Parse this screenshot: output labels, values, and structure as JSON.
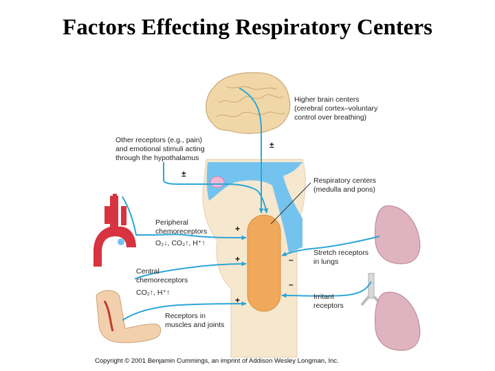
{
  "title": "Factors Effecting Respiratory Centers",
  "labels": {
    "higher_brain": [
      "Higher brain centers",
      "(cerebral cortex–voluntary",
      "control over breathing)"
    ],
    "other_receptors": [
      "Other receptors (e.g., pain)",
      "and emotional stimuli acting",
      "through the hypothalamus"
    ],
    "respiratory_centers": [
      "Respiratory centers",
      "(medulla and pons)"
    ],
    "peripheral": [
      "Peripheral",
      "chemoreceptors"
    ],
    "peripheral_formula": "O₂↓, CO₂↑, H⁺↑",
    "stretch": [
      "Stretch receptors",
      "in lungs"
    ],
    "central": [
      "Central",
      "chemoreceptors"
    ],
    "central_formula": "CO₂↑, H⁺↑",
    "irritant": [
      "Irritant",
      "receptors"
    ],
    "muscles": [
      "Receptors in",
      "muscles and joints"
    ]
  },
  "signs": {
    "higher_brain": "±",
    "other_receptors": "±",
    "peripheral": "+",
    "central": "+",
    "muscles": "+",
    "stretch": "–",
    "irritant": "–"
  },
  "copyright": "Copyright © 2001 Benjamin Cummings, an imprint of Addison Wesley Longman, Inc.",
  "colors": {
    "arrow": "#2aa6d6",
    "brainstem": "#f6e7cf",
    "medulla_center": "#f0a85a",
    "ventricle": "#74c3ee",
    "brain": "#f1d6a8",
    "lung": "#dfb3bf",
    "artery": "#d73340",
    "arm": "#f3d0ad"
  }
}
